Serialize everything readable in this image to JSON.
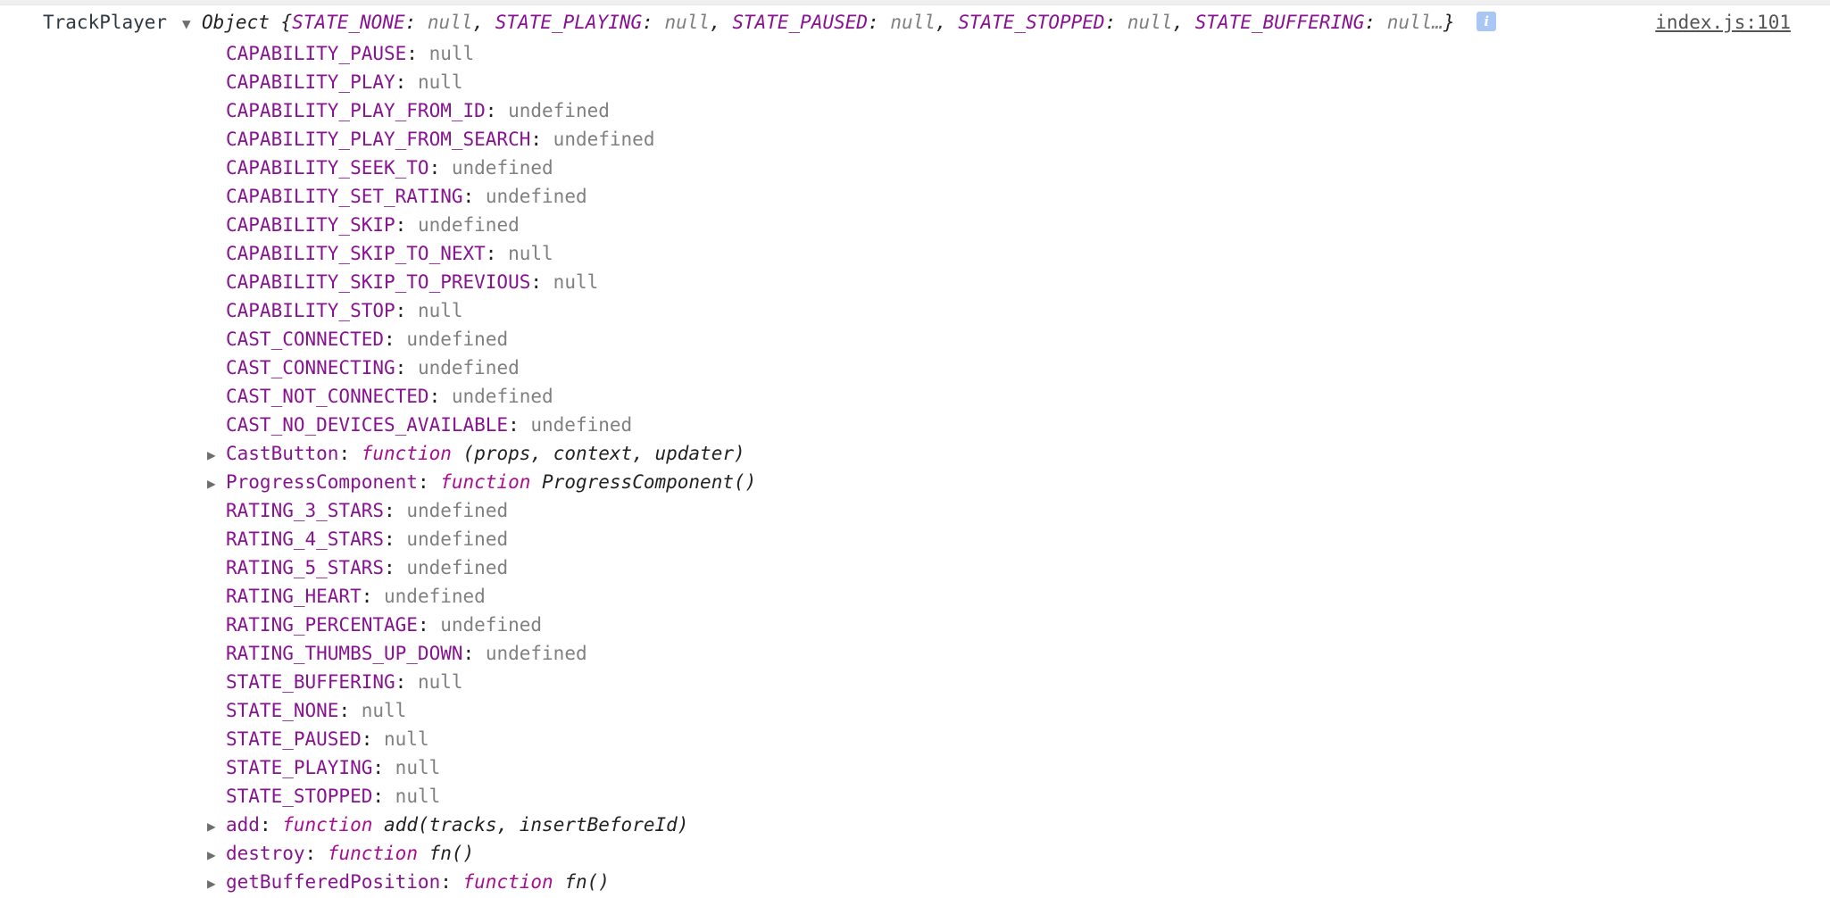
{
  "console": {
    "log_entry": {
      "variable_label": "TrackPlayer",
      "expanded": true,
      "preview": {
        "type_label": "Object",
        "open_brace": "{",
        "items": [
          {
            "key": "STATE_NONE",
            "value": "null"
          },
          {
            "key": "STATE_PLAYING",
            "value": "null"
          },
          {
            "key": "STATE_PAUSED",
            "value": "null"
          },
          {
            "key": "STATE_STOPPED",
            "value": "null"
          },
          {
            "key": "STATE_BUFFERING",
            "value": "null…"
          }
        ],
        "close_brace": "}"
      },
      "info_badge": "i",
      "source_link": "index.js:101",
      "properties": [
        {
          "key": "CAPABILITY_PAUSE",
          "value": "null",
          "expandable": false
        },
        {
          "key": "CAPABILITY_PLAY",
          "value": "null",
          "expandable": false
        },
        {
          "key": "CAPABILITY_PLAY_FROM_ID",
          "value": "undefined",
          "expandable": false
        },
        {
          "key": "CAPABILITY_PLAY_FROM_SEARCH",
          "value": "undefined",
          "expandable": false
        },
        {
          "key": "CAPABILITY_SEEK_TO",
          "value": "undefined",
          "expandable": false
        },
        {
          "key": "CAPABILITY_SET_RATING",
          "value": "undefined",
          "expandable": false
        },
        {
          "key": "CAPABILITY_SKIP",
          "value": "undefined",
          "expandable": false
        },
        {
          "key": "CAPABILITY_SKIP_TO_NEXT",
          "value": "null",
          "expandable": false
        },
        {
          "key": "CAPABILITY_SKIP_TO_PREVIOUS",
          "value": "null",
          "expandable": false
        },
        {
          "key": "CAPABILITY_STOP",
          "value": "null",
          "expandable": false
        },
        {
          "key": "CAST_CONNECTED",
          "value": "undefined",
          "expandable": false
        },
        {
          "key": "CAST_CONNECTING",
          "value": "undefined",
          "expandable": false
        },
        {
          "key": "CAST_NOT_CONNECTED",
          "value": "undefined",
          "expandable": false
        },
        {
          "key": "CAST_NO_DEVICES_AVAILABLE",
          "value": "undefined",
          "expandable": false
        },
        {
          "key": "CastButton",
          "fn_keyword": "function",
          "fn_signature": "(props, context, updater)",
          "expandable": true
        },
        {
          "key": "ProgressComponent",
          "fn_keyword": "function",
          "fn_signature": "ProgressComponent()",
          "expandable": true
        },
        {
          "key": "RATING_3_STARS",
          "value": "undefined",
          "expandable": false
        },
        {
          "key": "RATING_4_STARS",
          "value": "undefined",
          "expandable": false
        },
        {
          "key": "RATING_5_STARS",
          "value": "undefined",
          "expandable": false
        },
        {
          "key": "RATING_HEART",
          "value": "undefined",
          "expandable": false
        },
        {
          "key": "RATING_PERCENTAGE",
          "value": "undefined",
          "expandable": false
        },
        {
          "key": "RATING_THUMBS_UP_DOWN",
          "value": "undefined",
          "expandable": false
        },
        {
          "key": "STATE_BUFFERING",
          "value": "null",
          "expandable": false
        },
        {
          "key": "STATE_NONE",
          "value": "null",
          "expandable": false
        },
        {
          "key": "STATE_PAUSED",
          "value": "null",
          "expandable": false
        },
        {
          "key": "STATE_PLAYING",
          "value": "null",
          "expandable": false
        },
        {
          "key": "STATE_STOPPED",
          "value": "null",
          "expandable": false
        },
        {
          "key": "add",
          "fn_keyword": "function",
          "fn_signature": "add(tracks, insertBeforeId)",
          "expandable": true
        },
        {
          "key": "destroy",
          "fn_keyword": "function",
          "fn_signature": "fn()",
          "expandable": true
        },
        {
          "key": "getBufferedPosition",
          "fn_keyword": "function",
          "fn_signature": "fn()",
          "expandable": true
        }
      ]
    }
  },
  "glyphs": {
    "expanded_triangle": "▼",
    "collapsed_triangle": "▶",
    "colon": ": ",
    "comma": ", "
  },
  "colors": {
    "property_key": "#881391",
    "null_value": "#808080",
    "function_keyword": "#aa0d91",
    "info_badge": "#a8c7f5",
    "source_link": "#545454"
  }
}
